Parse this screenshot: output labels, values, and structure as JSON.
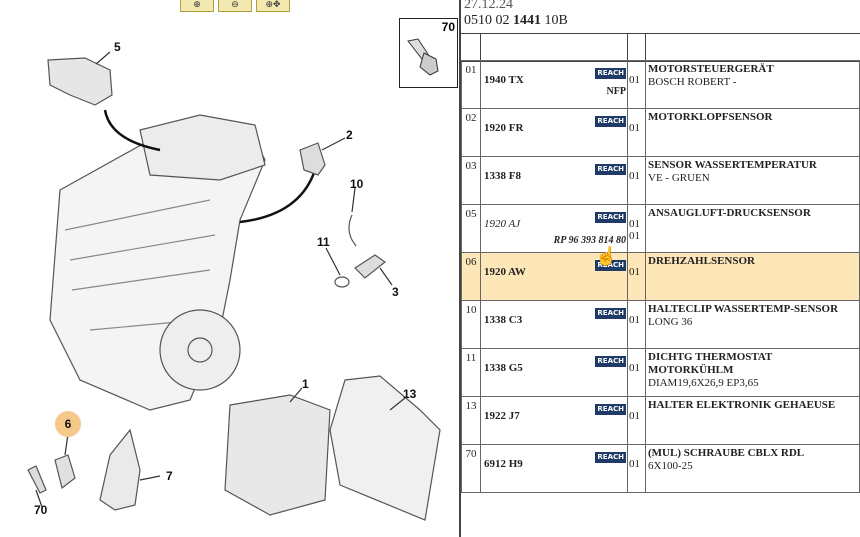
{
  "toolbar": {
    "buttons": [
      {
        "icon": "zoom-in-icon",
        "glyph": "⊕"
      },
      {
        "icon": "zoom-out-icon",
        "glyph": "⊖"
      },
      {
        "icon": "zoom-fit-icon",
        "glyph": "⊕✥"
      }
    ]
  },
  "diagram": {
    "callouts": [
      "5",
      "2",
      "10",
      "11",
      "3",
      "1",
      "13",
      "6",
      "7",
      "70"
    ],
    "inset_number": "70"
  },
  "header": {
    "date": "27.12.24",
    "code_prefix": "0510 02",
    "code_bold": "1441",
    "code_suffix": "10B"
  },
  "reach_label": "REACH",
  "rows": [
    {
      "num": "01",
      "ref": "1940 TX",
      "ref_italic": false,
      "sub": "NFP",
      "qty": [
        "01"
      ],
      "desc1": "MOTORSTEUERGERÄT",
      "desc2": "BOSCH ROBERT -",
      "selected": false
    },
    {
      "num": "02",
      "ref": "1920 FR",
      "ref_italic": false,
      "sub": "",
      "qty": [
        "01"
      ],
      "desc1": "MOTORKLOPFSENSOR",
      "desc2": "",
      "selected": false
    },
    {
      "num": "03",
      "ref": "1338 F8",
      "ref_italic": false,
      "sub": "",
      "qty": [
        "01"
      ],
      "desc1": "SENSOR WASSERTEMPERATUR",
      "desc2": "VE - GRUEN",
      "selected": false
    },
    {
      "num": "05",
      "ref": "1920 AJ",
      "ref_italic": true,
      "sub": "RP 96 393 814 80",
      "qty": [
        "01",
        "01"
      ],
      "desc1": "ANSAUGLUFT-DRUCKSENSOR",
      "desc2": "",
      "selected": false
    },
    {
      "num": "06",
      "ref": "1920 AW",
      "ref_italic": false,
      "sub": "",
      "qty": [
        "01"
      ],
      "desc1": "DREHZAHLSENSOR",
      "desc2": "",
      "selected": true
    },
    {
      "num": "10",
      "ref": "1338 C3",
      "ref_italic": false,
      "sub": "",
      "qty": [
        "01"
      ],
      "desc1": "HALTECLIP WASSERTEMP-SENSOR",
      "desc2": "LONG 36",
      "selected": false
    },
    {
      "num": "11",
      "ref": "1338 G5",
      "ref_italic": false,
      "sub": "",
      "qty": [
        "01"
      ],
      "desc1": "DICHTG THERMOSTAT MOTORKÜHLM",
      "desc2": "DIAM19,6X26,9 EP3,65",
      "selected": false
    },
    {
      "num": "13",
      "ref": "1922 J7",
      "ref_italic": false,
      "sub": "",
      "qty": [
        "01"
      ],
      "desc1": "HALTER ELEKTRONIK GEHAEUSE",
      "desc2": "",
      "selected": false
    },
    {
      "num": "70",
      "ref": "6912 H9",
      "ref_italic": false,
      "sub": "",
      "qty": [
        "01"
      ],
      "desc1": "(MUL) SCHRAUBE CBLX RDL",
      "desc2": "6X100-25",
      "selected": false
    }
  ]
}
